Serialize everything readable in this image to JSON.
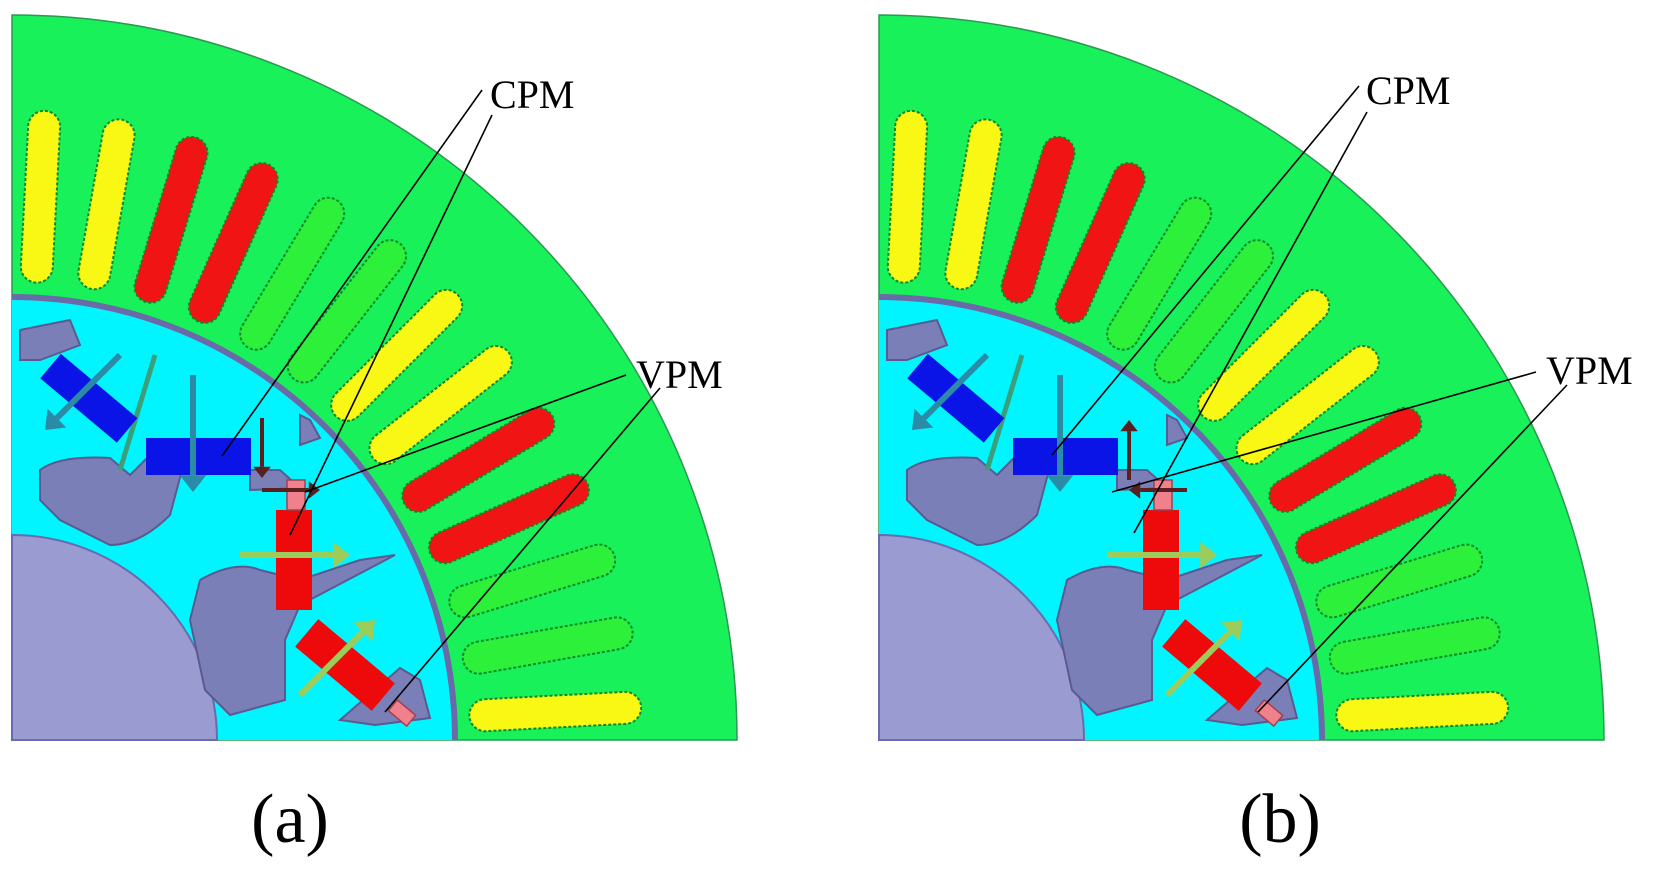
{
  "colors": {
    "stator": "#19f15a",
    "airgap_rotor": "#00f5ff",
    "rotor_iron": "#7b7fb8",
    "shaft": "#9a9bd0",
    "coil_red": "#f01414",
    "coil_green": "#2cf03a",
    "coil_yellow": "#f8f814",
    "magnet_blue": "#0a14e6",
    "magnet_red": "#ee0a0a",
    "vpm_pink": "#f0808c",
    "arrow_teal": "#2b8aa5",
    "arrow_green": "#9ccd5a",
    "arrow_brown": "#5a2020"
  },
  "coil_sequence": [
    "yellow",
    "green",
    "green",
    "red",
    "red",
    "yellow",
    "yellow",
    "green",
    "green",
    "red",
    "red",
    "yellow",
    "yellow"
  ],
  "panels": [
    {
      "id": "a",
      "caption": "(a)",
      "labels": {
        "cpm": "CPM",
        "vpm": "VPM"
      },
      "vpm_magnet_arrow": "pointing toward center (radial inward)"
    },
    {
      "id": "b",
      "caption": "(b)",
      "labels": {
        "cpm": "CPM",
        "vpm": "VPM"
      },
      "vpm_magnet_arrow": "pointing away (reversed)"
    }
  ]
}
